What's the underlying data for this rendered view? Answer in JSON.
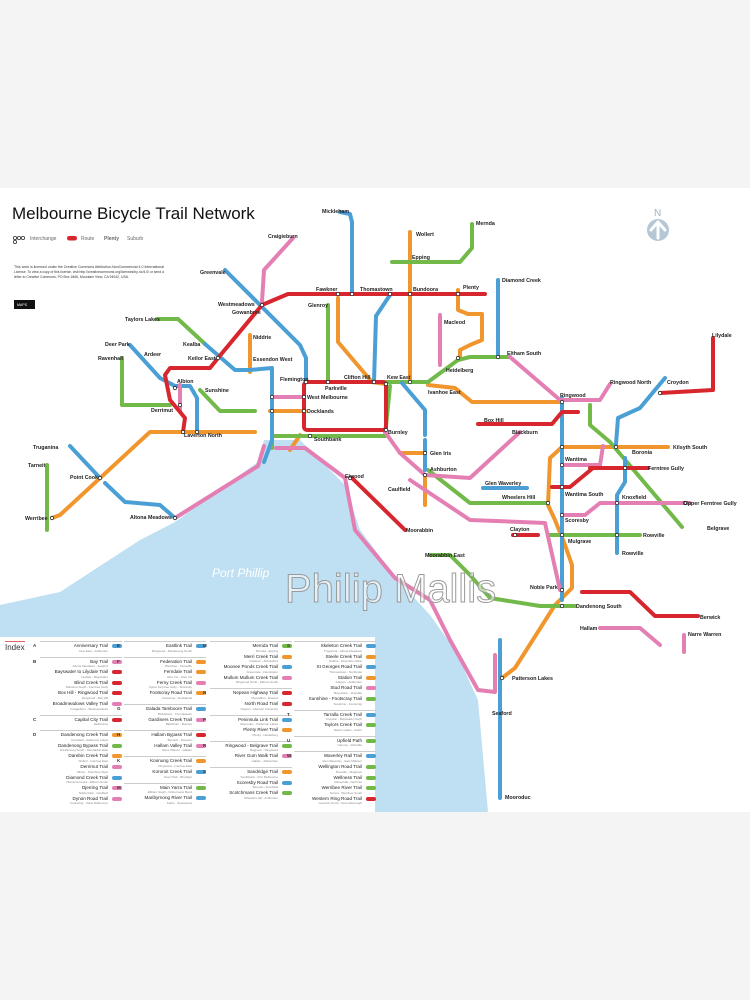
{
  "title": "Melbourne Bicycle Trail Network",
  "legend": {
    "interchange": "Interchange",
    "route": "Route",
    "suburb_example": "Plenty",
    "suburb": "Suburb"
  },
  "license": [
    "This work is licensed under the Creative Commons Attribution-NonCommercial 4.0 International",
    "License. To view a copy of this license, visit http://creativecommons.org/licenses/by-nc/4.0/ or send a",
    "letter to Creative Commons, PO Box 1866, Mountain View, CA 94042, USA."
  ],
  "logo_text": "MAPS",
  "compass": "N",
  "water_label": "Port Phillip",
  "watermark": "Philip Mallis",
  "colors": {
    "red": "#d7262e",
    "blue": "#4a9fd5",
    "green": "#72b94a",
    "orange": "#f0962d",
    "pink": "#e47fb4",
    "water": "#bfe0f3"
  },
  "stations": [
    "Mickleham",
    "Craigieburn",
    "Wollert",
    "Mernda",
    "Epping",
    "Greenvale",
    "Fawkner",
    "Thomastown",
    "Bundoora",
    "Plenty",
    "Diamond Creek",
    "Glenroy",
    "Westmeadows",
    "Gowanbree",
    "Taylors Lakes",
    "Macleod",
    "Niddrie",
    "Deer Park",
    "Kealba",
    "Ravenhall",
    "Keilor East",
    "Essendon West",
    "Eltham South",
    "Heidelberg",
    "Lilydale",
    "Ardeer",
    "Albion",
    "Flemington",
    "Parkville",
    "Clifton Hill",
    "Kew East",
    "Ringwood North",
    "Croydon",
    "Sunshine",
    "Ringwood",
    "West Melbourne",
    "Ivanhoe East",
    "Derrimut",
    "Docklands",
    "Box Hill",
    "Laverton North",
    "Southbank",
    "Burnley",
    "Blackburn",
    "Truganina",
    "Kilsyth South",
    "Glen Iris",
    "Boronia",
    "Tarneit",
    "Wantima",
    "Ferntree Gully",
    "Ashburton",
    "Point Cook",
    "Elwood",
    "Caulfield",
    "Glen Waverley",
    "Wantima South",
    "Knoxfield",
    "Wheelers Hill",
    "Upper Ferntree Gully",
    "Moorabbin",
    "Clayton",
    "Altona Meadows",
    "Werribee",
    "Scoresby",
    "Belgrave",
    "Rowville",
    "Mulgrave",
    "Rowville",
    "Moorabbin East",
    "Noble Park",
    "Dandenong South",
    "Berwick",
    "Hallam",
    "Narre Warren",
    "Patterson Lakes",
    "Seaford",
    "Mooroduc"
  ],
  "index": {
    "title": "Index",
    "columns": [
      [
        {
          "letter": "A",
          "trails": [
            {
              "name": "Anniversary Trail",
              "sub": "Kew East - Ashburton",
              "color": "blue"
            }
          ]
        },
        {
          "letter": "B",
          "trails": [
            {
              "name": "Bay Trail",
              "sub": "Altona Meadows - Seaford",
              "color": "pink"
            },
            {
              "name": "Bayswater to Lilydale Trail",
              "sub": "Lilydale - Bayswater",
              "color": "red"
            },
            {
              "name": "Blind Creek Trail",
              "sub": "Wantima South - Ferntree Gully",
              "color": "red"
            },
            {
              "name": "Box Hill - Ringwood Trail",
              "sub": "Ringwood - Box Hill",
              "color": "red"
            },
            {
              "name": "Broadmeadows Valley Trail",
              "sub": "Craigieburn - Westmeadows",
              "color": "pink"
            }
          ]
        },
        {
          "letter": "C",
          "trails": [
            {
              "name": "Capital City Trail",
              "sub": "Melbourne",
              "color": "red"
            }
          ]
        },
        {
          "letter": "D",
          "trails": [
            {
              "name": "Dandenong Creek Trail",
              "sub": "Knoxfield - Patterson Lakes",
              "color": "orange"
            },
            {
              "name": "Dandenong Bypass Trail",
              "sub": "Dandenong South - Moorabbin East",
              "color": "green"
            },
            {
              "name": "Darebin Creek Trail",
              "sub": "Wollert - Ivanhoe East",
              "color": "orange"
            },
            {
              "name": "Derrimut Trail",
              "sub": "Albion - Sunshine West",
              "color": "pink"
            },
            {
              "name": "Diamond Creek Trail",
              "sub": "Diamond Creek - Eltham South",
              "color": "blue"
            },
            {
              "name": "Djerring Trail",
              "sub": "Noble Park - Caulfield",
              "color": "pink"
            },
            {
              "name": "Dynon Road Trail",
              "sub": "Footscray - West Melbourne",
              "color": "pink"
            }
          ]
        }
      ],
      [
        {
          "letter": "E",
          "trails": [
            {
              "name": "Eastlink Trail",
              "sub": "Ringwood - Dandenong South",
              "color": "blue"
            }
          ]
        },
        {
          "letter": "F",
          "trails": [
            {
              "name": "Federation Trail",
              "sub": "Werribee - Yarraville",
              "color": "orange"
            },
            {
              "name": "Ferndale Trail",
              "sub": "Glen Iris - Glen Iris",
              "color": "orange"
            },
            {
              "name": "Ferny Creek Trail",
              "sub": "Upper Ferntree Gully - Scoresby",
              "color": "pink"
            },
            {
              "name": "Footscray Road Trail",
              "sub": "Footscray - Docklands",
              "color": "orange"
            }
          ]
        },
        {
          "letter": "G",
          "trails": [
            {
              "name": "Galada Tamboore Trail",
              "sub": "Mickleham - Thomastown",
              "color": "blue"
            },
            {
              "name": "Gardiners Creek Trail",
              "sub": "Blackburn - Burnley",
              "color": "pink"
            }
          ]
        },
        {
          "letter": "H",
          "trails": [
            {
              "name": "Hallam Bypass Trail",
              "sub": "Berwick - Doveton",
              "color": "red"
            },
            {
              "name": "Hallam Valley Trail",
              "sub": "Narre Warren - Hallam",
              "color": "pink"
            }
          ]
        },
        {
          "letter": "K",
          "trails": [
            {
              "name": "Koonung Creek Trail",
              "sub": "Ringwood - Ivanhoe East",
              "color": "orange"
            },
            {
              "name": "Kororoit Creek Trail",
              "sub": "Deer Park - Brooklyn",
              "color": "blue"
            }
          ]
        },
        {
          "letter": "M",
          "trails": [
            {
              "name": "Main Yarra Trail",
              "sub": "Eltham South - Fishermans Bend",
              "color": "green"
            },
            {
              "name": "Maribyrnong River Trail",
              "sub": "Keilor - Spotswood",
              "color": "blue"
            }
          ]
        }
      ],
      [
        {
          "letter": "M",
          "trails": [
            {
              "name": "Mernda Trail",
              "sub": "Mernda - Epping",
              "color": "green"
            },
            {
              "name": "Merri Creek Trail",
              "sub": "Fawkner - Abbotsford",
              "color": "orange"
            },
            {
              "name": "Moonee Ponds Creek Trail",
              "sub": "Greenvale - Flemington",
              "color": "blue"
            },
            {
              "name": "Mullum Mullum Creek Trail",
              "sub": "Ringwood North - Eltham South",
              "color": "pink"
            }
          ]
        },
        {
          "letter": "N",
          "trails": [
            {
              "name": "Nepean Highway Trail",
              "sub": "Moorabbin - Elwood",
              "color": "red"
            },
            {
              "name": "North Road Trail",
              "sub": "Clayton - Monash University",
              "color": "red"
            }
          ]
        },
        {
          "letter": "P",
          "trails": [
            {
              "name": "Peninsula Link Trail",
              "sub": "Mooroduc - Patterson Lakes",
              "color": "blue"
            },
            {
              "name": "Plenty River Trail",
              "sub": "Plenty - Heidelberg",
              "color": "orange"
            }
          ]
        },
        {
          "letter": "R",
          "trails": [
            {
              "name": "Ringwood - Belgrave Trail",
              "sub": "Belgrave - Ringwood",
              "color": "green"
            },
            {
              "name": "River Gum Walk Trail",
              "sub": "Hallam - Pakenham",
              "color": "pink"
            }
          ]
        },
        {
          "letter": "S",
          "trails": [
            {
              "name": "Sandridge Trail",
              "sub": "Southbank - Port Melbourne",
              "color": "orange"
            },
            {
              "name": "Scoresby Road Trail",
              "sub": "Boronia - Knoxfield",
              "color": "blue"
            },
            {
              "name": "Scotchmans Creek Trail",
              "sub": "Wheelers Hill - Ashburton",
              "color": "green"
            }
          ]
        }
      ],
      [
        {
          "letter": "S",
          "trails": [
            {
              "name": "Skeleton Creek Trail",
              "sub": "Truganina - Altona Meadows",
              "color": "blue"
            },
            {
              "name": "Steele Creek Trail",
              "sub": "Niddrie - Essendon West",
              "color": "orange"
            },
            {
              "name": "St Georges Road Trail",
              "sub": "Thomastown - Northcote",
              "color": "blue"
            },
            {
              "name": "Station Trail",
              "sub": "Clayton - Ashburton",
              "color": "orange"
            },
            {
              "name": "Stud Road Trail",
              "sub": "Bayswater - Rowville",
              "color": "pink"
            },
            {
              "name": "Sunshine - Footscray Trail",
              "sub": "Sunshine - Footscray",
              "color": "green"
            }
          ]
        },
        {
          "letter": "T",
          "trails": [
            {
              "name": "Tarralla Creek Trail",
              "sub": "Croydon - Bayswater North",
              "color": "blue"
            },
            {
              "name": "Taylors Creek Trail",
              "sub": "Taylors Lakes - Keilor",
              "color": "green"
            }
          ]
        },
        {
          "letter": "U",
          "trails": [
            {
              "name": "Upfield Path",
              "sub": "Glenroy - Parkville",
              "color": "green"
            }
          ]
        },
        {
          "letter": "W",
          "trails": [
            {
              "name": "Waverley Rail Trail",
              "sub": "Glen Waverley - East Malvern",
              "color": "blue"
            },
            {
              "name": "Wellington Road Trail",
              "sub": "Rowville - Mulgrave",
              "color": "green"
            },
            {
              "name": "Wellness Trail",
              "sub": "Ravenhall - Derrimut",
              "color": "green"
            },
            {
              "name": "Werribee River Trail",
              "sub": "Tarneit - Werribee South",
              "color": "green"
            },
            {
              "name": "Western Ring Road Trail",
              "sub": "Laverton North - Greensborough",
              "color": "red"
            }
          ]
        }
      ]
    ]
  }
}
